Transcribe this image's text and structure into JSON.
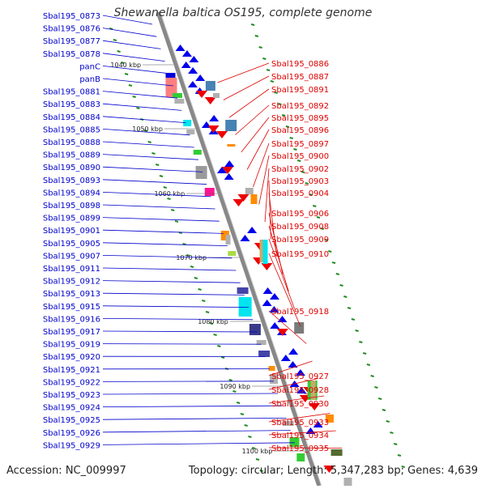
{
  "title": "Shewanella baltica OS195, complete genome",
  "footer": {
    "accession": "Accession: NC_009997",
    "summary": "Topology: circular; Length: 5,347,283 bp; Genes: 4,639"
  },
  "colors": {
    "left_label": "#0000cc",
    "right_label": "#dd0000",
    "backbone": "#888888",
    "tick": "#228b22"
  },
  "scale_labels": [
    "1040 kbp",
    "1050 kbp",
    "1060 kbp",
    "1070 kbp",
    "1080 kbp",
    "1090 kbp",
    "1100 kbp"
  ],
  "left_genes": [
    "Sbal195_0873",
    "Sbal195_0876",
    "Sbal195_0877",
    "Sbal195_0878",
    "panC",
    "panB",
    "Sbal195_0881",
    "Sbal195_0883",
    "Sbal195_0884",
    "Sbal195_0885",
    "Sbal195_0888",
    "Sbal195_0889",
    "Sbal195_0890",
    "Sbal195_0893",
    "Sbal195_0894",
    "Sbal195_0898",
    "Sbal195_0899",
    "Sbal195_0901",
    "Sbal195_0905",
    "Sbal195_0907",
    "Sbal195_0911",
    "Sbal195_0912",
    "Sbal195_0913",
    "Sbal195_0915",
    "Sbal195_0916",
    "Sbal195_0917",
    "Sbal195_0919",
    "Sbal195_0920",
    "Sbal195_0921",
    "Sbal195_0922",
    "Sbal195_0923",
    "Sbal195_0924",
    "Sbal195_0925",
    "Sbal195_0926",
    "Sbal195_0929"
  ],
  "right_genes": [
    "Sbal195_0886",
    "Sbal195_0887",
    "Sbal195_0891",
    "Sbal195_0892",
    "Sbal195_0895",
    "Sbal195_0896",
    "Sbal195_0897",
    "Sbal195_0900",
    "Sbal195_0902",
    "Sbal195_0903",
    "Sbal195_0904",
    "Sbal195_0906",
    "Sbal195_0908",
    "Sbal195_0909",
    "Sbal195_0910",
    "Sbal195_0918",
    "Sbal195_0927",
    "Sbal195_0928",
    "Sbal195_0930",
    "Sbal195_0933",
    "Sbal195_0934",
    "Sbal195_0935"
  ]
}
